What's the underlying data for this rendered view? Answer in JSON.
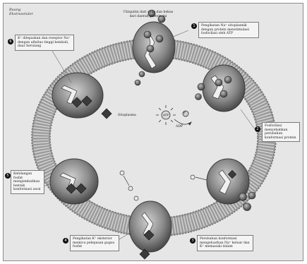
{
  "corner_label": "Ruang\nEkstraseluler",
  "callouts": [
    {
      "id": "top",
      "text": "Ubiquitin dari situs dan bebas dari daerah protein ini"
    },
    {
      "id": "step1",
      "num": "1",
      "text": "Pengikatan Na⁺ sitoplasmik dengan protein menstimulasi fosforilasi oleh ATP"
    },
    {
      "id": "step2",
      "num": "2",
      "text": "Fosforilasi menyebabkan perubahan konformasi protein"
    },
    {
      "id": "step3",
      "num": "3",
      "text": "Perubahan konformasi mengeluarkan Na⁺ keluar dan K⁺ memasuki dalam"
    },
    {
      "id": "step4",
      "num": "4",
      "text": "Pengikatan K⁺ eksterior memicu pelepasan gugus fosfat"
    },
    {
      "id": "step5",
      "num": "5",
      "text": "Kehilangan fosfat mengembalikan bentuk konformasi awal"
    },
    {
      "id": "step6",
      "num": "6",
      "text": "K⁺ dilepaskan dan reseptor Na⁺ dengan afinitas tinggi kembali, daur berulang"
    }
  ],
  "labels": {
    "center_left": "Sitoplasma",
    "atp": "ATP",
    "adp": "ADP",
    "p": "P"
  }
}
